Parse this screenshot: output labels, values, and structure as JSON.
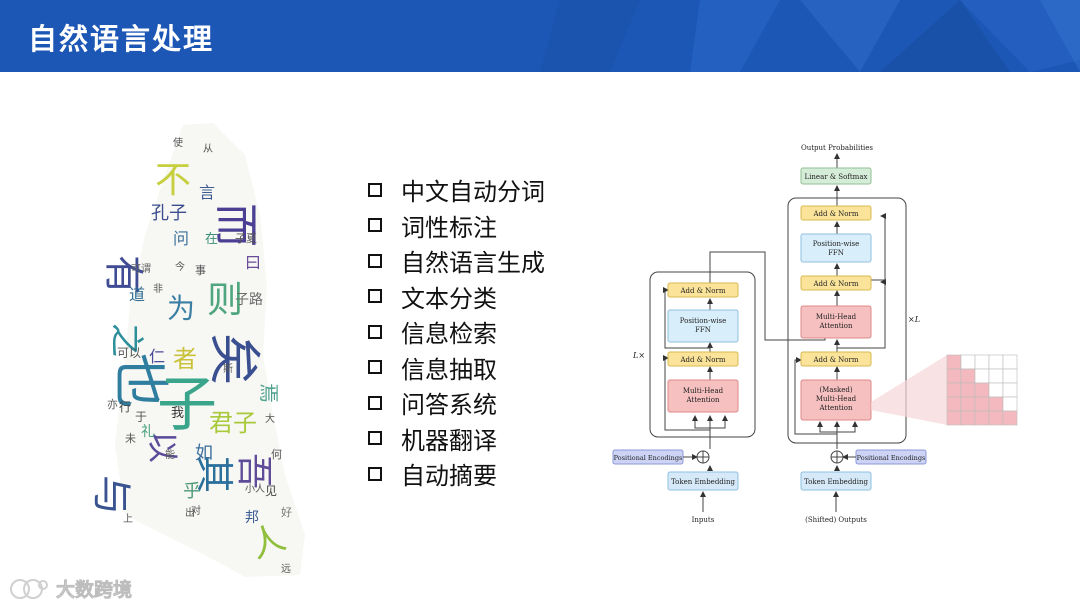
{
  "slide": {
    "title": "自然语言处理",
    "topics": [
      "中文自动分词",
      "词性标注",
      "自然语言生成",
      "文本分类",
      "信息检索",
      "信息抽取",
      "问答系统",
      "机器翻译",
      "自动摘要"
    ]
  },
  "wordcloud": {
    "words": [
      "矣",
      "也",
      "子",
      "而",
      "有",
      "其",
      "吾",
      "则",
      "人",
      "与",
      "之",
      "以",
      "为",
      "君子",
      "者",
      "不",
      "焉",
      "孔子",
      "如",
      "乎",
      "曰",
      "问",
      "道",
      "邦",
      "言",
      "子路",
      "子夏",
      "可以",
      "可谓",
      "仁",
      "礼",
      "行",
      "我",
      "在",
      "见",
      "好",
      "小人",
      "何",
      "未",
      "能",
      "大",
      "亦",
      "于",
      "斯",
      "使",
      "非",
      "今",
      "出",
      "对",
      "从",
      "上",
      "远",
      "事"
    ]
  },
  "transformer": {
    "output_probabilities": "Output Probabilities",
    "linear_softmax": "Linear & Softmax",
    "add_norm": "Add & Norm",
    "position_wise_ffn_1": "Position-wise",
    "position_wise_ffn_2": "FFN",
    "multi_head_1": "Multi-Head",
    "multi_head_2": "Attention",
    "masked_1": "(Masked)",
    "masked_2": "Multi-Head",
    "masked_3": "Attention",
    "positional_encodings": "Positional Encodings",
    "token_embedding": "Token Embedding",
    "inputs": "Inputs",
    "shifted_outputs": "(Shifted) Outputs",
    "encoder_repeat": "L×",
    "decoder_repeat": "×L"
  },
  "footer": {
    "brand": "大数跨境"
  },
  "colors": {
    "header": "#1d57b6",
    "add_norm": "#fbe49a",
    "ffn": "#d8eefa",
    "attention": "#f6c0c0",
    "embedding": "#d5e9f8",
    "positional": "#ccd3f5",
    "mask": "#f4b9be"
  }
}
